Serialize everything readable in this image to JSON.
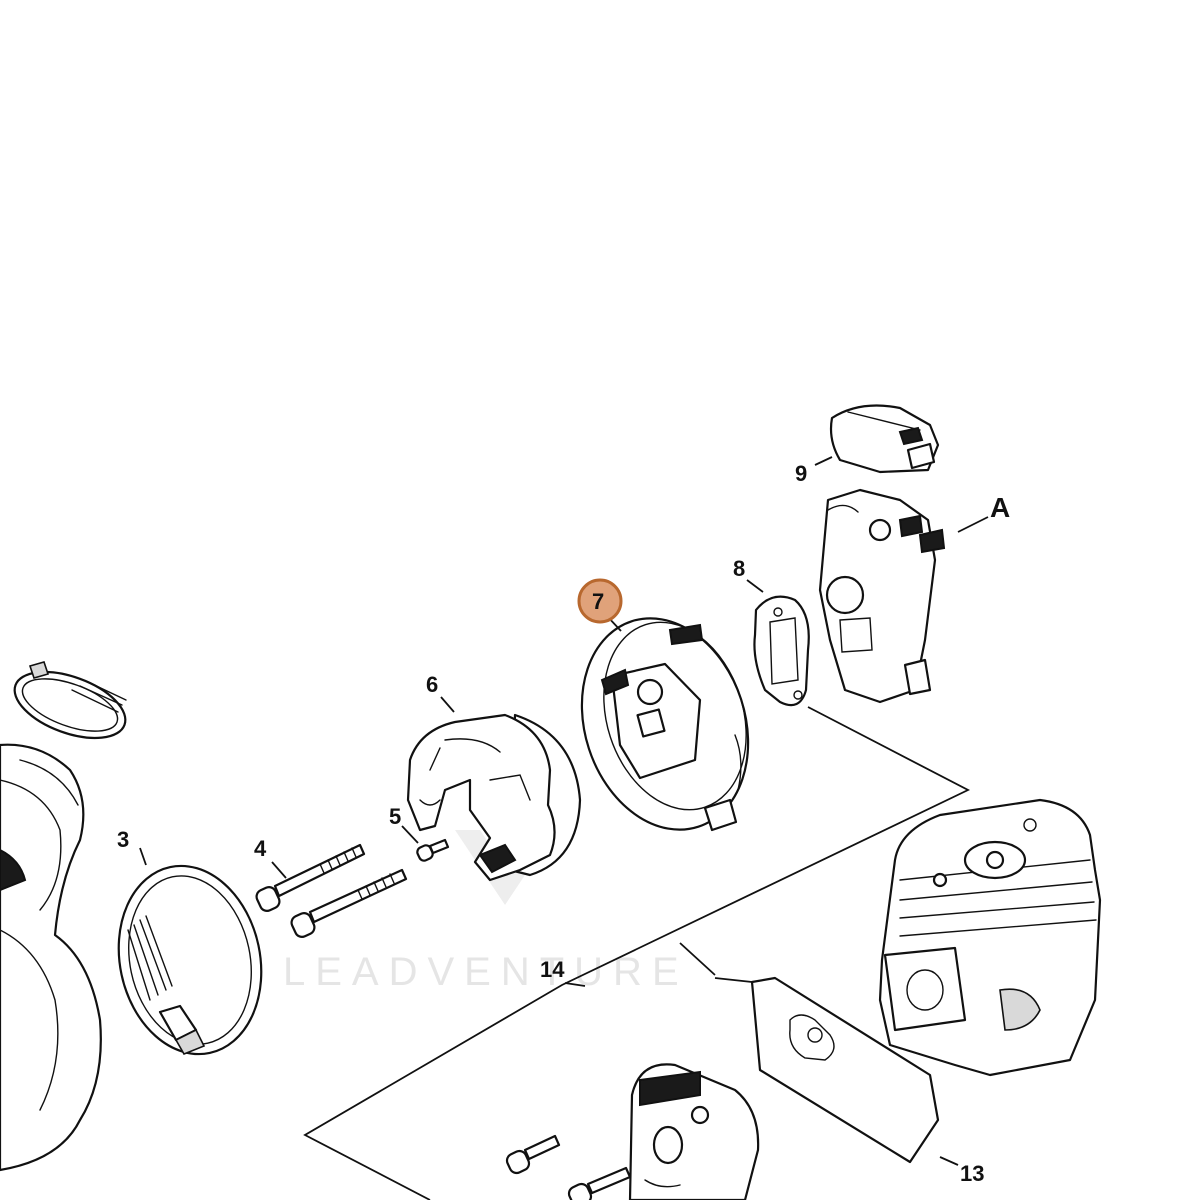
{
  "diagram": {
    "callouts": {
      "c3": "3",
      "c4": "4",
      "c5": "5",
      "c6": "6",
      "c7": "7",
      "c8": "8",
      "c9": "9",
      "c13": "13",
      "c14": "14",
      "cA": "A"
    },
    "highlighted_callout": "7",
    "watermark": "LEADVENTURE"
  },
  "colors": {
    "highlight_fill": "#e0a27a",
    "highlight_stroke": "#b8682e",
    "line": "#111111",
    "watermark": "#e3e3e3"
  }
}
